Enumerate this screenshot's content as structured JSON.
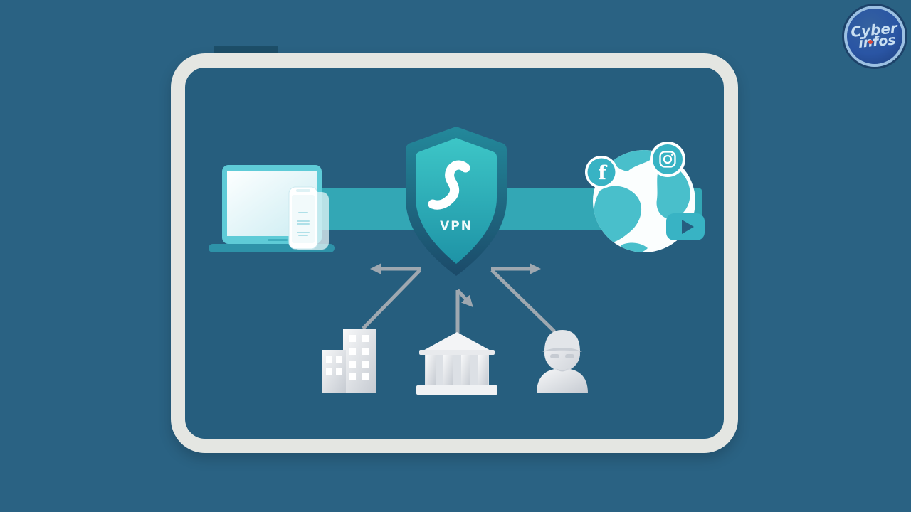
{
  "branding": {
    "logo_line1": "Cyber",
    "logo_line2": "infos"
  },
  "illustration": {
    "vpn_label": "VPN",
    "elements": [
      "laptop-icon",
      "smartphone-icon",
      "vpn-shield-icon",
      "surfshark-s-logo-icon",
      "internet-globe-icon",
      "facebook-icon",
      "instagram-icon",
      "youtube-icon",
      "office-building-icon",
      "bank-icon",
      "hacker-icon",
      "left-blocked-arrow",
      "middle-blocked-arrow",
      "right-blocked-arrow"
    ]
  },
  "icons": {
    "facebook_glyph": "f"
  },
  "colors": {
    "background": "#2A6283",
    "panel": "#265E7E",
    "frame": "#E4E6E2",
    "band": "#33A7B5",
    "icon_teal": "#38B3C4",
    "arrow": "#9FA8B0",
    "logo_bg": "#2A55A4",
    "logo_ring": "#9CC0E2",
    "logo_text": "#C9DFF2",
    "logo_dot": "#D9453A",
    "vpn_text": "#EFFAFB"
  }
}
